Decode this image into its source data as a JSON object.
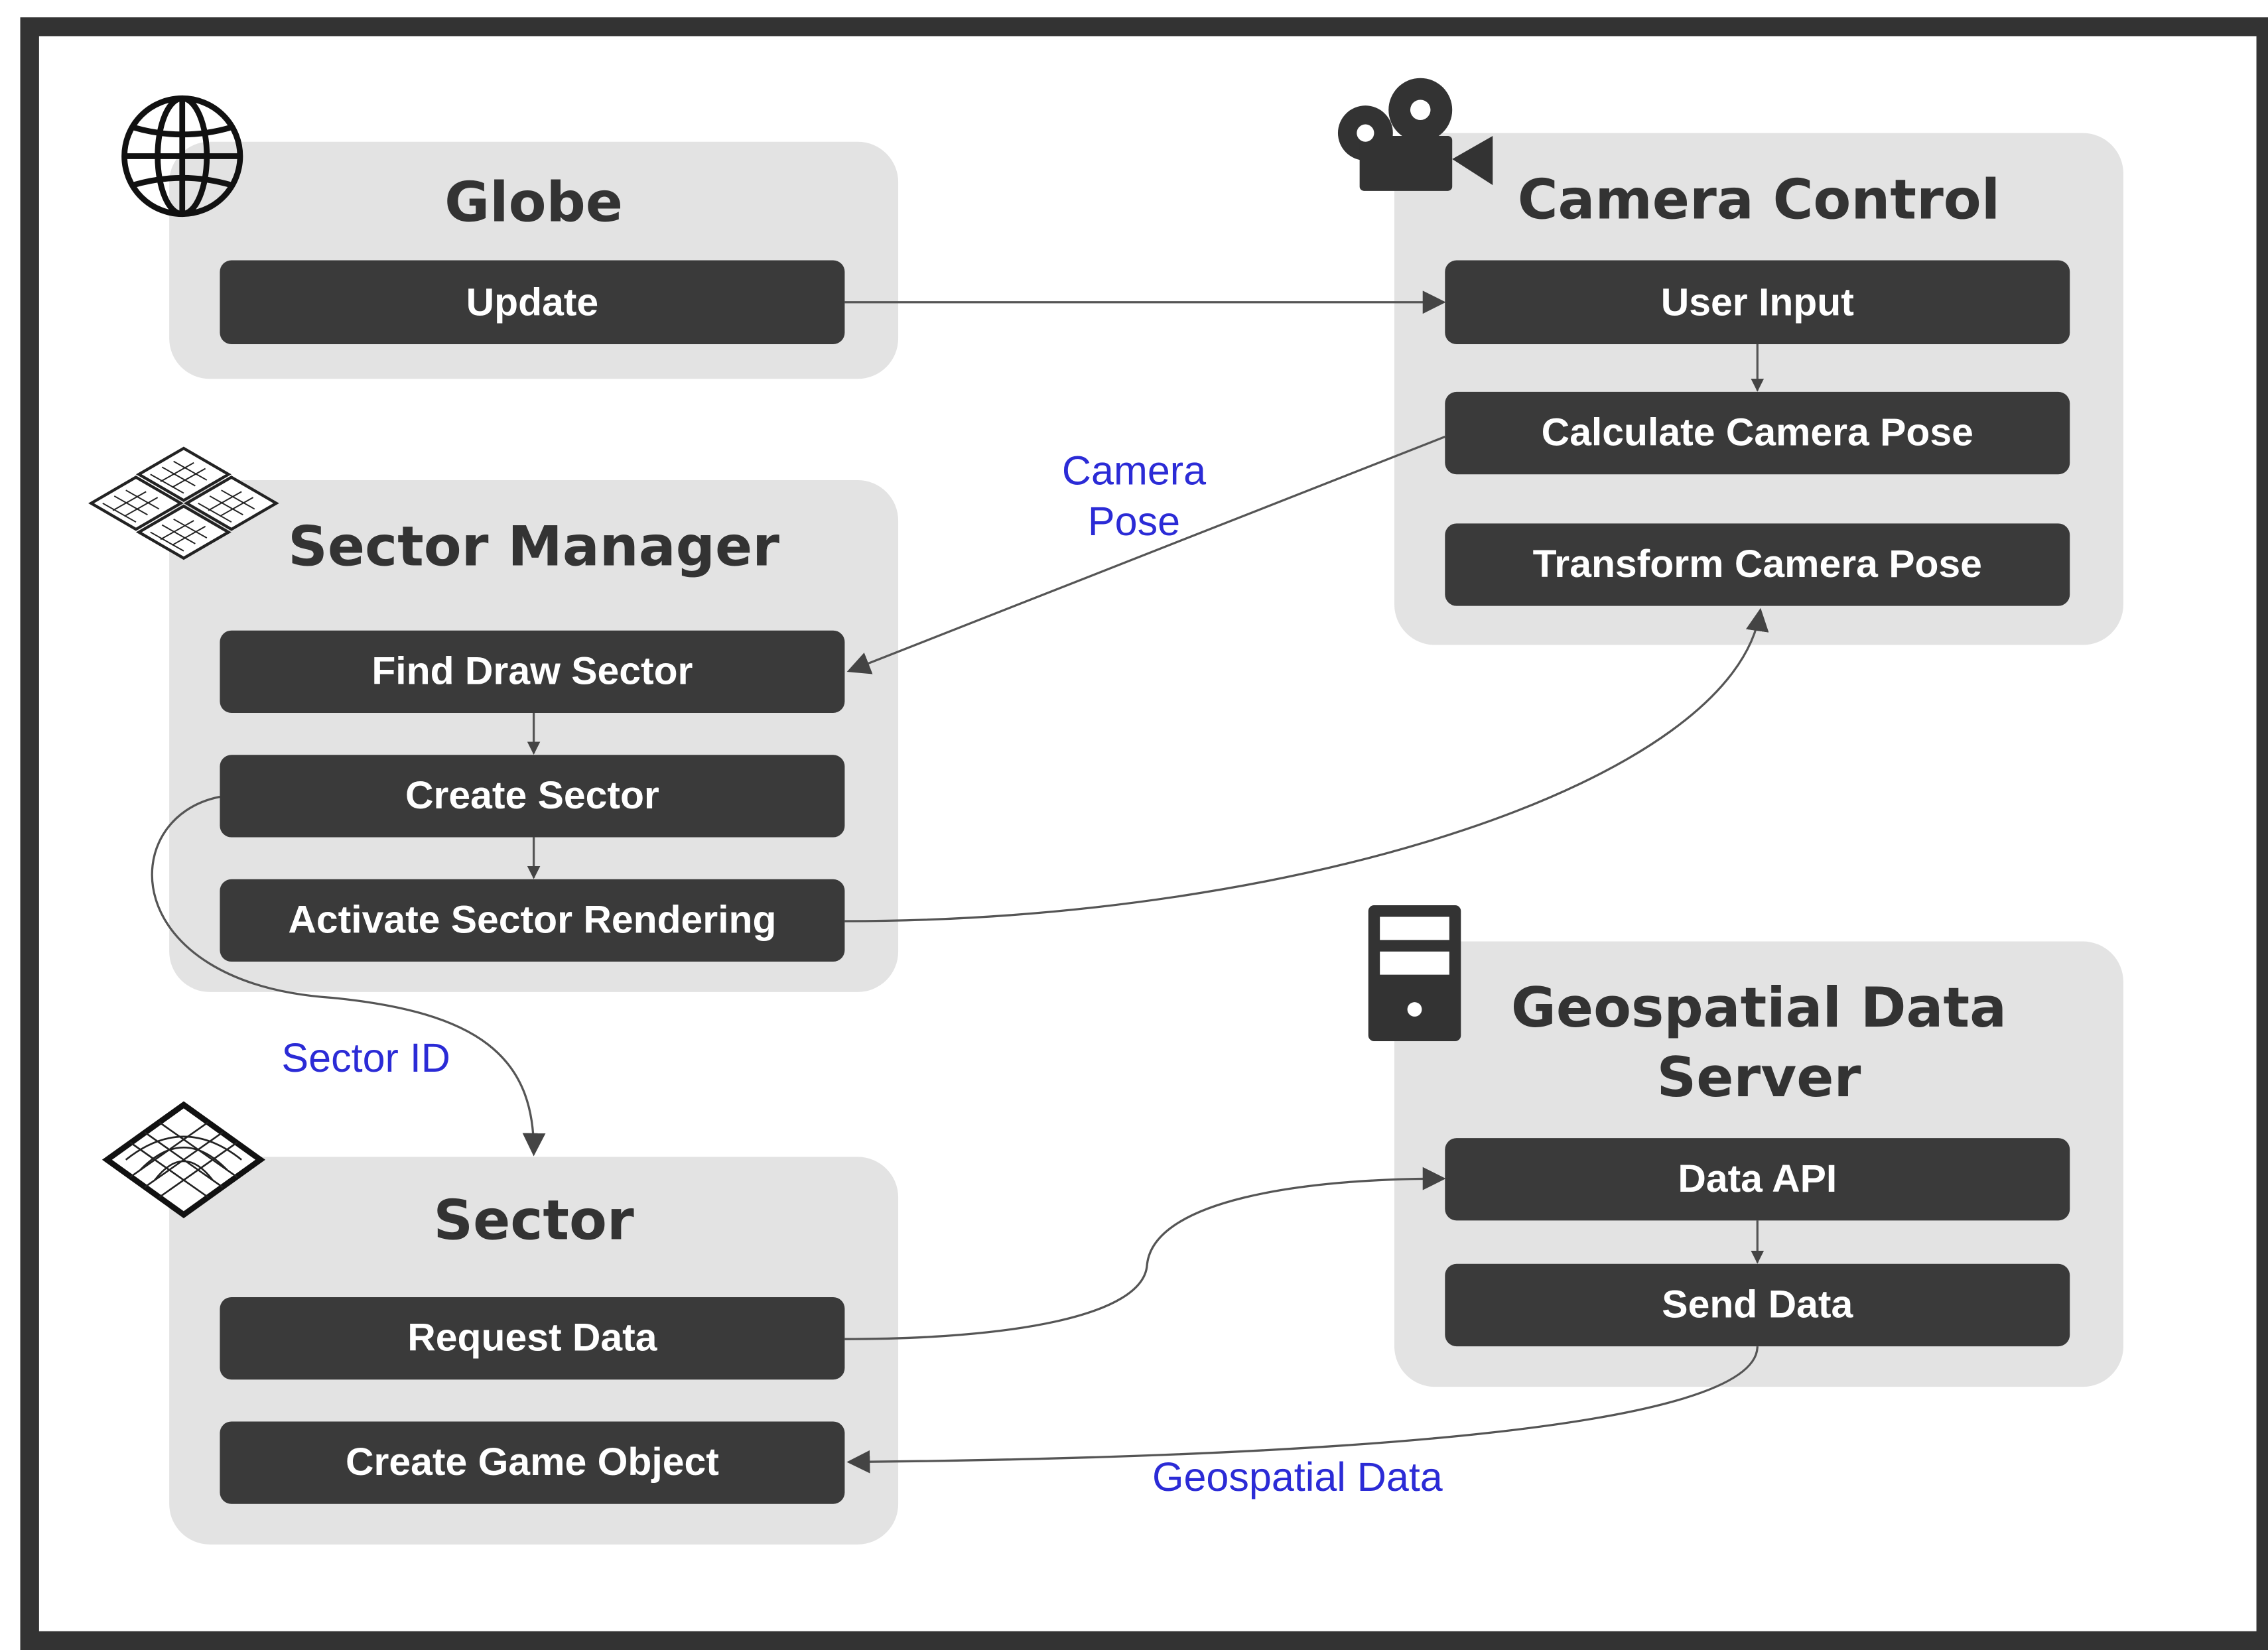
{
  "colors": {
    "frame": "#333333",
    "panel": "#e3e3e3",
    "step": "#3a3a3a",
    "step_text": "#ffffff",
    "edge_label": "#2b2bd6",
    "arrow": "#444444"
  },
  "globe": {
    "title": "Globe",
    "icon": "globe-icon",
    "steps": [
      "Update"
    ]
  },
  "camera": {
    "title": "Camera Control",
    "icon": "video-camera-icon",
    "steps": [
      "User Input",
      "Calculate Camera Pose",
      "Transform Camera Pose"
    ]
  },
  "sector_manager": {
    "title": "Sector Manager",
    "icon": "terrain-grid-tiles-icon",
    "steps": [
      "Find Draw Sector",
      "Create Sector",
      "Activate Sector Rendering"
    ]
  },
  "sector": {
    "title": "Sector",
    "icon": "terrain-mesh-icon",
    "steps": [
      "Request Data",
      "Create Game Object"
    ]
  },
  "server": {
    "title_line1": "Geospatial Data",
    "title_line2": "Server",
    "icon": "server-icon",
    "steps": [
      "Data API",
      "Send Data"
    ]
  },
  "edge_labels": {
    "camera_pose_line1": "Camera",
    "camera_pose_line2": "Pose",
    "sector_id": "Sector ID",
    "geospatial_data": "Geospatial Data"
  }
}
